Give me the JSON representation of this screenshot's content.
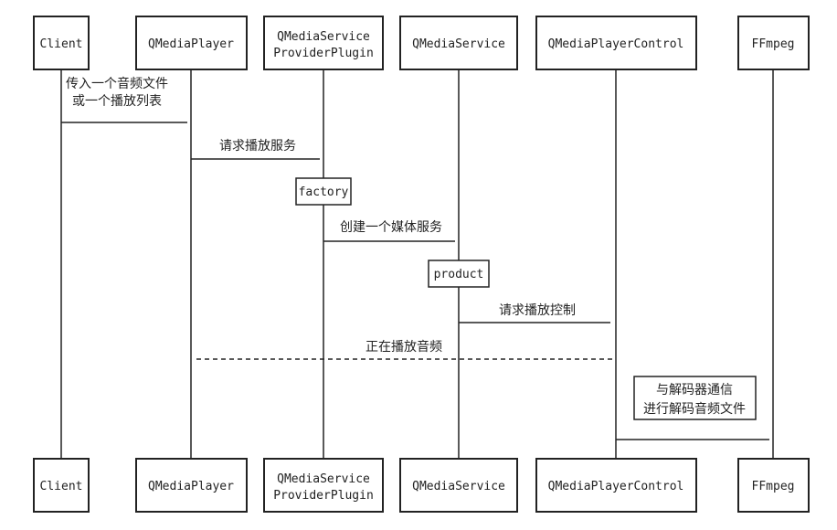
{
  "participants": [
    {
      "id": "client",
      "label": [
        "Client"
      ]
    },
    {
      "id": "qmediaplayer",
      "label": [
        "QMediaPlayer"
      ]
    },
    {
      "id": "plugin",
      "label": [
        "QMediaService",
        "ProviderPlugin"
      ]
    },
    {
      "id": "qmediaservice",
      "label": [
        "QMediaService"
      ]
    },
    {
      "id": "control",
      "label": [
        "QMediaPlayerControl"
      ]
    },
    {
      "id": "ffmpeg",
      "label": [
        "FFmpeg"
      ]
    }
  ],
  "messages": {
    "m1": [
      "传入一个音频文件",
      "或一个播放列表"
    ],
    "m2": "请求播放服务",
    "m3": "创建一个媒体服务",
    "m4": "请求播放控制",
    "m5": "正在播放音频"
  },
  "activations": {
    "factory": "factory",
    "product": "product"
  },
  "note": [
    "与解码器通信",
    "进行解码音频文件"
  ]
}
